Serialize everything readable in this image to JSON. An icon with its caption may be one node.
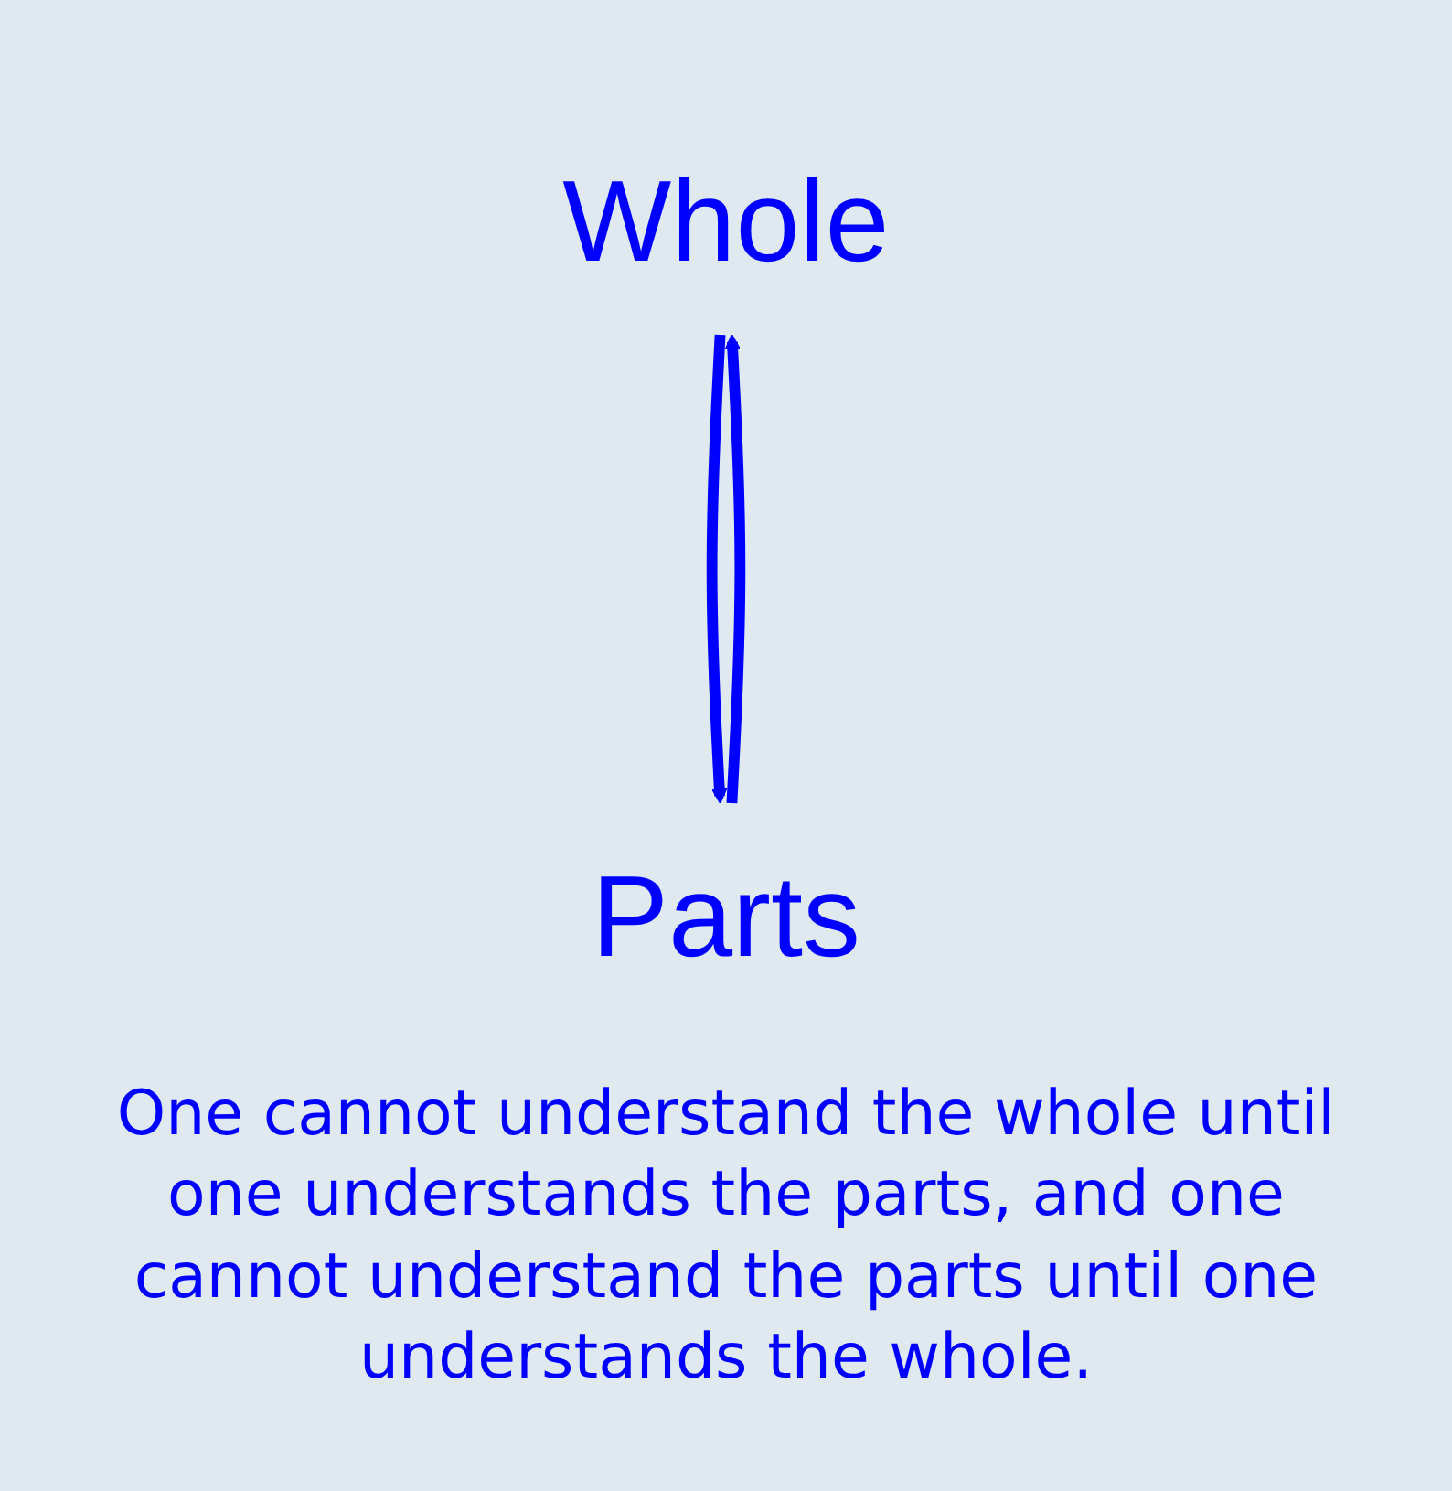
{
  "diagram": {
    "nodes": [
      {
        "text": [
          "Whole"
        ]
      },
      {
        "text": [
          "Parts"
        ]
      }
    ],
    "edges": [
      {
        "from": 0,
        "to": 1,
        "arrow": "to"
      },
      {
        "from": 1,
        "to": 0,
        "arrow": "to"
      }
    ],
    "labels": [
      "One cannot understand the whole until one understands the parts, and one cannot understand the parts until one understands the whole."
    ]
  }
}
